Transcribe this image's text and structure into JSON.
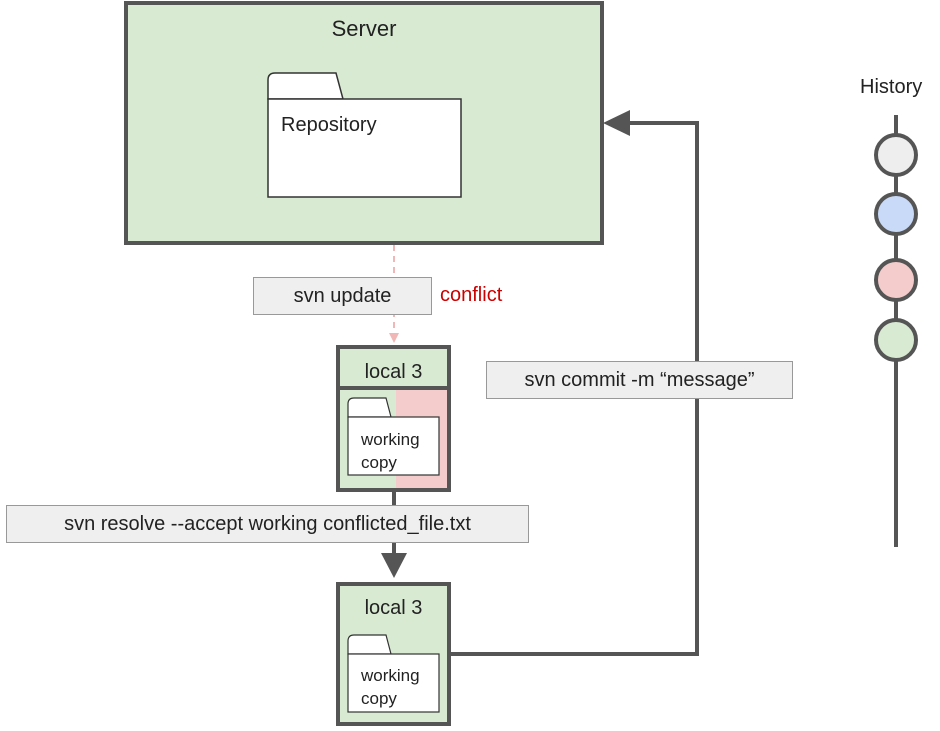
{
  "server": {
    "title": "Server",
    "repository_label": "Repository"
  },
  "commands": {
    "update": "svn update",
    "conflict": "conflict",
    "commit": "svn commit -m “message”",
    "resolve": "svn resolve --accept working conflicted_file.txt"
  },
  "local_conflicted": {
    "title": "local 3",
    "working_copy": "working copy"
  },
  "local_resolved": {
    "title": "local 3",
    "working_copy": "working copy"
  },
  "history": {
    "label": "History",
    "commits": [
      {
        "color": "#eeeeee"
      },
      {
        "color": "#c9daf8"
      },
      {
        "color": "#f4cccc"
      },
      {
        "color": "#d9ead3"
      }
    ]
  },
  "colors": {
    "server_fill": "#d9ead3",
    "conflict_fill": "#f4cccc",
    "conflict_text": "#cc0000",
    "border": "#555555",
    "dashed_arrow": "#f1b6b6"
  }
}
